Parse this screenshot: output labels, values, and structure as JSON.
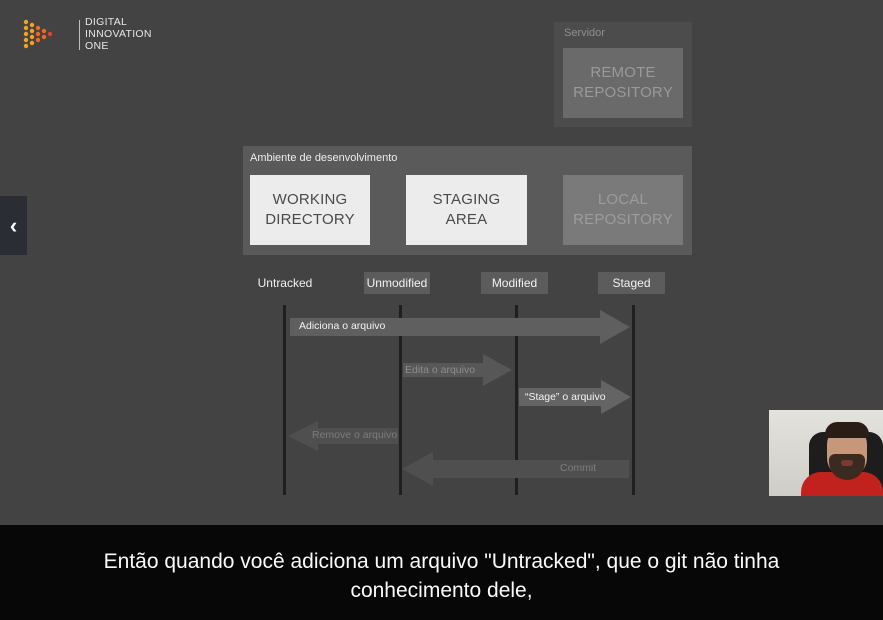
{
  "logo": {
    "lines": [
      "DIGITAL",
      "INNOVATION",
      "ONE"
    ],
    "colors": [
      "#f7a21b",
      "#e8412c",
      "#f06a1d"
    ]
  },
  "servidor": {
    "label": "Servidor",
    "remote_repository": [
      "REMOTE",
      "REPOSITORY"
    ]
  },
  "ambiente": {
    "label": "Ambiente de desenvolvimento",
    "working_directory": [
      "WORKING",
      "DIRECTORY"
    ],
    "staging_area": [
      "STAGING",
      "AREA"
    ],
    "local_repository": [
      "LOCAL",
      "REPOSITORY"
    ]
  },
  "states": {
    "untracked": "Untracked",
    "unmodified": "Unmodified",
    "modified": "Modified",
    "staged": "Staged"
  },
  "arrows": {
    "adiciona": "Adiciona o arquivo",
    "edita": "Edita o arquivo",
    "stage": "“Stage” o arquivo",
    "remove": "Remove o arquivo",
    "commit": "Commit"
  },
  "navigation": {
    "prev_icon": "‹"
  },
  "subtitle": {
    "line1": "Então quando você adiciona um arquivo \"Untracked\", que o git não tinha",
    "line2": "conhecimento dele,"
  }
}
